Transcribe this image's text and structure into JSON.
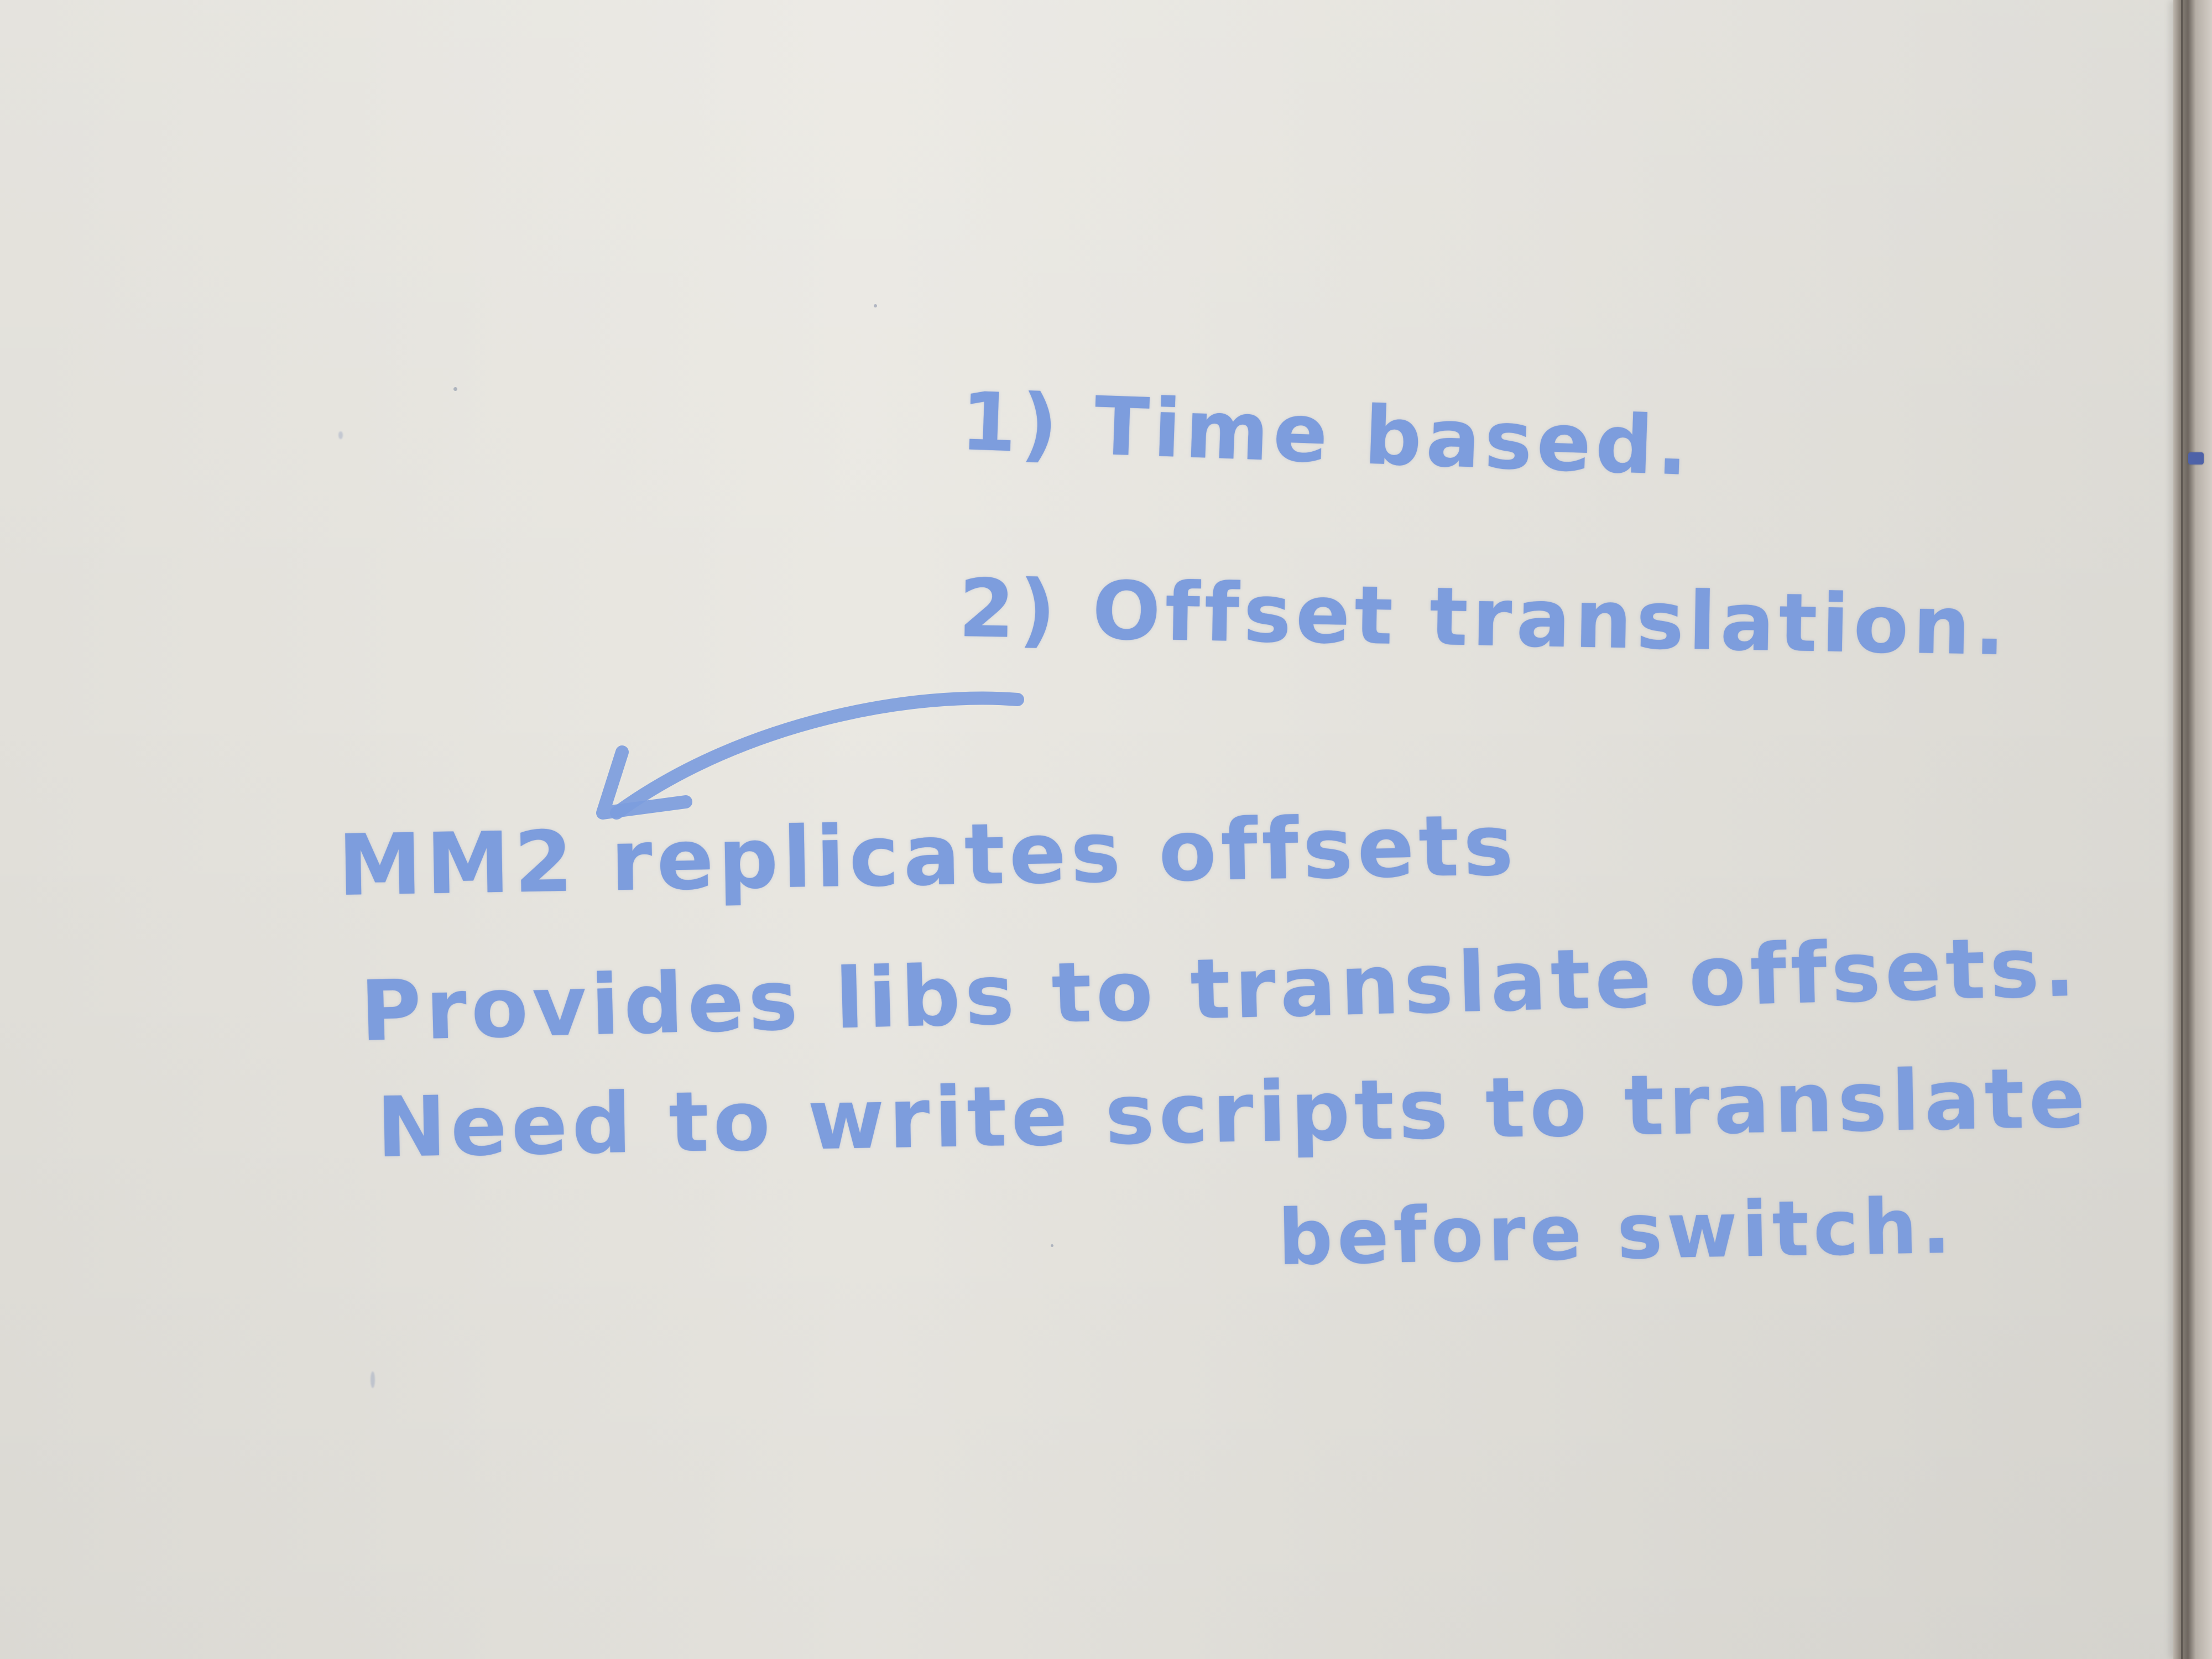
{
  "whiteboard": {
    "lines": [
      "1) Time based.",
      "2) Offset translation.",
      "MM2 replicates offsets",
      "Provides libs to translate offsets.",
      "Need to write scripts to translate",
      "before switch."
    ],
    "ink_color": "#7d9ddd",
    "board_color": "#e9e7e1",
    "frame_color": "#8d857c"
  }
}
